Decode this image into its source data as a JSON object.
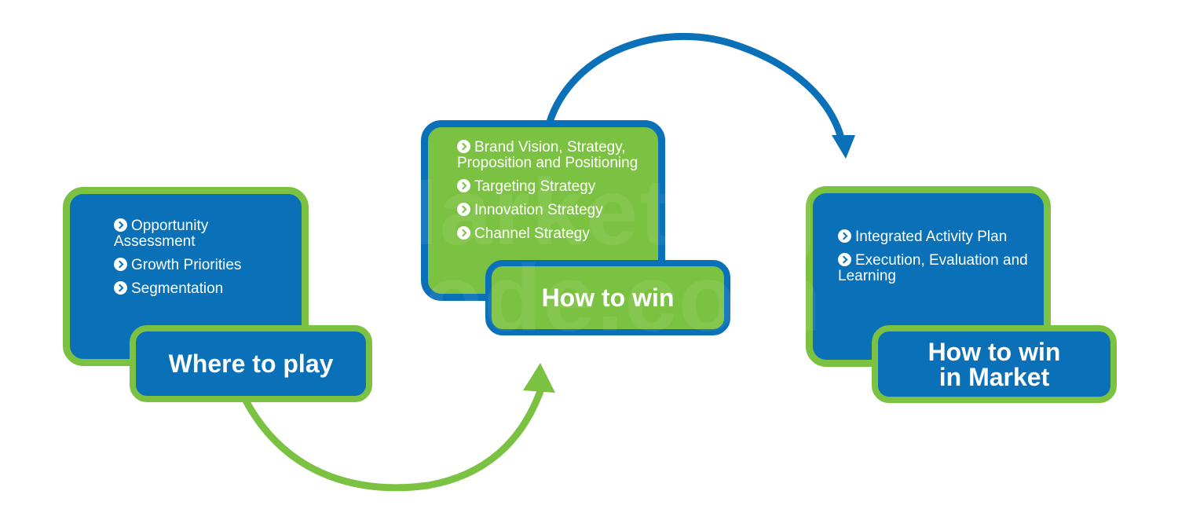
{
  "stages": [
    {
      "title": "Where to play",
      "items": [
        "Opportunity Assessment",
        "Growth Priorities",
        "Segmentation"
      ]
    },
    {
      "title": "How to win",
      "items": [
        "Brand Vision, Strategy, Proposition and Positioning",
        "Targeting Strategy",
        "Innovation Strategy",
        "Channel Strategy"
      ]
    },
    {
      "title_line1": "How to win",
      "title_line2": "in Market",
      "items": [
        "Integrated Activity Plan",
        "Execution, Evaluation and Learning"
      ]
    }
  ],
  "watermark": {
    "line1": "Marketing",
    "line2": "Code.com"
  },
  "colors": {
    "blue": "#0a70b8",
    "green": "#7cc242",
    "background": "#ffffff"
  },
  "icons": {
    "bullet": "chevron-circle-right-icon",
    "connector_1": "curved-arrow-green",
    "connector_2": "curved-arrow-blue"
  }
}
